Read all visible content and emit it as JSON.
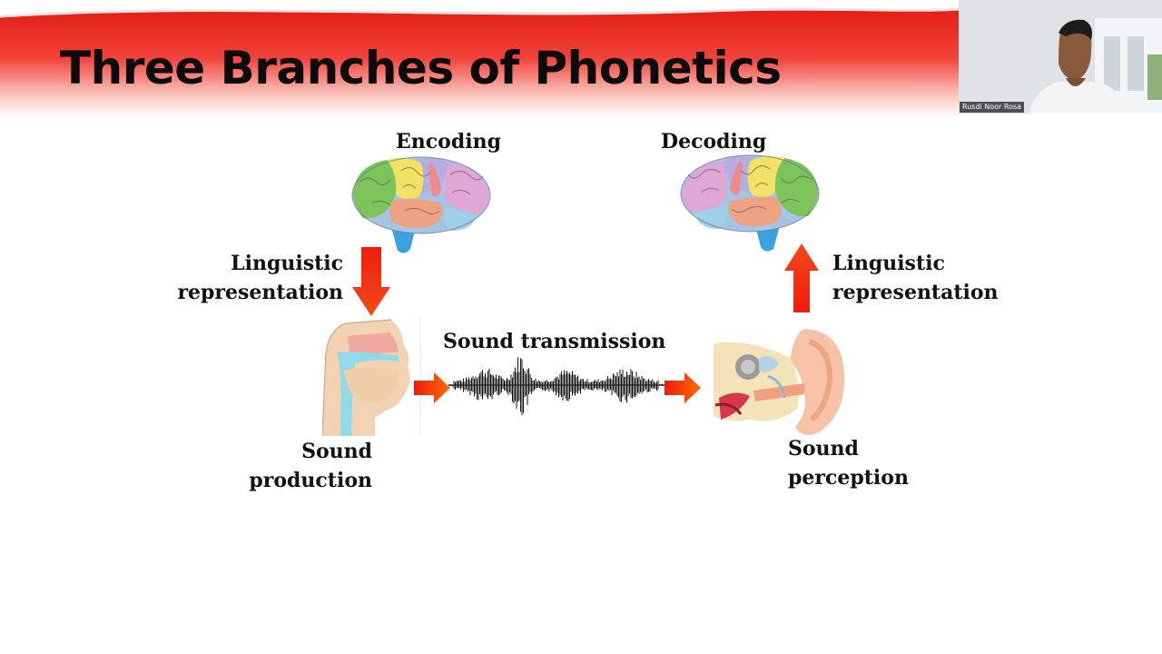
{
  "slide": {
    "title": "Three Branches of Phonetics"
  },
  "diagram": {
    "encoding_label": "Encoding",
    "decoding_label": "Decoding",
    "linguistic_left_line1": "Linguistic",
    "linguistic_left_line2": "representation",
    "linguistic_right_line1": "Linguistic",
    "linguistic_right_line2": "representation",
    "transmission_label": "Sound transmission",
    "production_line1": "Sound",
    "production_line2": "production",
    "perception_line1": "Sound",
    "perception_line2": "perception"
  },
  "video": {
    "participant_name": "Rusdi Noor Rosa"
  },
  "colors": {
    "banner_red": "#e8231b",
    "arrow_red": "#ee1c0f",
    "arrow_orange": "#ff6a00"
  },
  "icons": {
    "brain_left": "brain-icon",
    "brain_right": "brain-icon",
    "vocal_tract": "vocal-tract-icon",
    "waveform": "sound-waveform-icon",
    "ear": "ear-anatomy-icon"
  }
}
